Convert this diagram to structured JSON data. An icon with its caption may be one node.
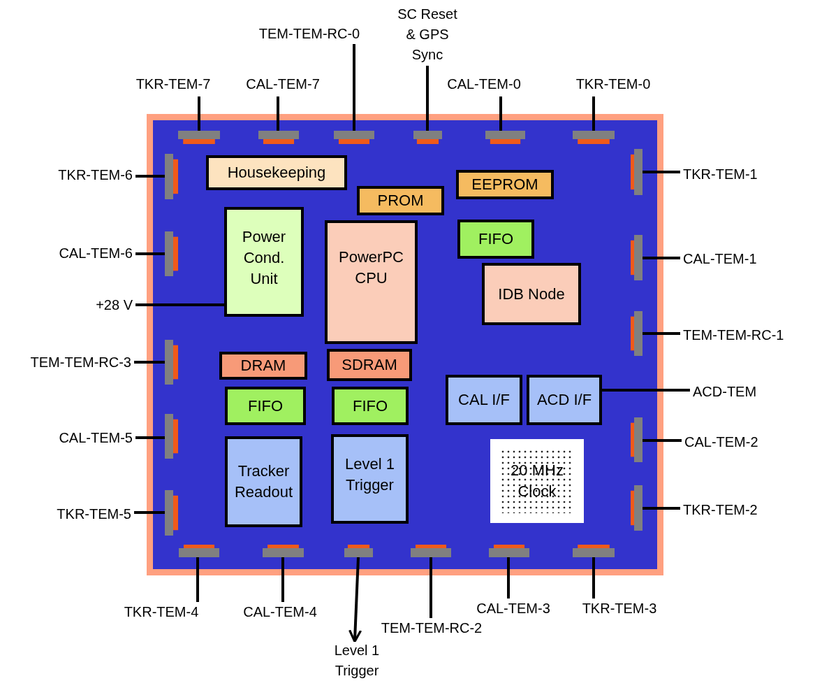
{
  "diagram": {
    "nodes": [
      {
        "text": [],
        "shape": "box"
      },
      {
        "text": [
          "Housekeeping"
        ],
        "in": 0
      },
      {
        "text": [
          "PROM"
        ],
        "in": 0
      },
      {
        "text": [
          "EEPROM"
        ],
        "in": 0
      },
      {
        "text": [
          "Power Cond. Unit"
        ],
        "in": 0
      },
      {
        "text": [
          "PowerPC CPU"
        ],
        "in": 0
      },
      {
        "text": [
          "FIFO"
        ],
        "in": 0
      },
      {
        "text": [
          "IDB Node"
        ],
        "in": 0
      },
      {
        "text": [
          "DRAM"
        ],
        "in": 0
      },
      {
        "text": [
          "SDRAM"
        ],
        "in": 0
      },
      {
        "text": [
          "CAL I/F"
        ],
        "in": 0
      },
      {
        "text": [
          "ACD I/F"
        ],
        "in": 0
      },
      {
        "text": [
          "FIFO"
        ],
        "in": 0
      },
      {
        "text": [
          "FIFO"
        ],
        "in": 0
      },
      {
        "text": [
          "Tracker Readout"
        ],
        "in": 0
      },
      {
        "text": [
          "Level 1 Trigger"
        ],
        "in": 0
      },
      {
        "text": [
          "20 MHz Clock"
        ],
        "in": 0
      },
      {
        "text": [],
        "shape": "bar",
        "in": 0
      },
      {
        "text": [],
        "shape": "bar",
        "in": 0
      },
      {
        "text": [],
        "shape": "bar",
        "in": 0
      },
      {
        "text": [],
        "shape": "bar",
        "in": 0
      },
      {
        "text": [],
        "shape": "bar",
        "in": 0
      },
      {
        "text": [],
        "shape": "bar",
        "in": 0
      },
      {
        "text": [],
        "shape": "bar",
        "in": 0
      },
      {
        "text": [],
        "shape": "bar",
        "in": 0
      },
      {
        "text": [],
        "shape": "bar",
        "in": 0
      },
      {
        "text": [],
        "shape": "bar",
        "in": 0
      },
      {
        "text": [],
        "shape": "bar",
        "in": 0
      },
      {
        "text": [],
        "shape": "bar",
        "in": 0
      },
      {
        "text": [],
        "shape": "bar",
        "in": 0
      },
      {
        "text": [],
        "shape": "bar",
        "in": 0
      },
      {
        "text": [],
        "shape": "bar",
        "in": 0
      },
      {
        "text": [],
        "shape": "bar",
        "in": 0
      },
      {
        "text": [],
        "shape": "bar",
        "in": 0
      },
      {
        "text": [],
        "shape": "bar",
        "in": 0
      },
      {
        "text": [],
        "shape": "bar",
        "in": 0
      },
      {
        "text": [],
        "shape": "bar",
        "in": 0
      },
      {
        "text": [],
        "shape": "bar",
        "in": 0
      },
      {
        "text": [],
        "shape": "bar",
        "in": 0
      },
      {
        "text": [
          "TKR-TEM-7"
        ]
      },
      {
        "text": [
          "CAL-TEM-7"
        ]
      },
      {
        "text": [
          "TEM-TEM-RC-0"
        ]
      },
      {
        "text": [
          "SC Reset & GPS Sync"
        ]
      },
      {
        "text": [
          "CAL-TEM-0"
        ]
      },
      {
        "text": [
          "TKR-TEM-0"
        ]
      },
      {
        "text": [
          "TKR-TEM-6"
        ]
      },
      {
        "text": [
          "CAL-TEM-6"
        ]
      },
      {
        "text": [
          "+28 V"
        ]
      },
      {
        "text": [
          "TEM-TEM-RC-3"
        ]
      },
      {
        "text": [
          "CAL-TEM-5"
        ]
      },
      {
        "text": [
          "TKR-TEM-5"
        ]
      },
      {
        "text": [
          "TKR-TEM-1"
        ]
      },
      {
        "text": [
          "CAL-TEM-1"
        ]
      },
      {
        "text": [
          "TEM-TEM-RC-1"
        ]
      },
      {
        "text": [
          "ACD-TEM"
        ]
      },
      {
        "text": [
          "CAL-TEM-2"
        ]
      },
      {
        "text": [
          "TKR-TEM-2"
        ]
      },
      {
        "text": [
          "TKR-TEM-4"
        ]
      },
      {
        "text": [
          "CAL-TEM-4"
        ]
      },
      {
        "text": [
          "Level 1 Trigger"
        ]
      },
      {
        "text": [
          "TEM-TEM-RC-2"
        ]
      },
      {
        "text": [
          "CAL-TEM-3"
        ]
      },
      {
        "text": [
          "TKR-TEM-3"
        ]
      }
    ],
    "edges": [
      {
        "from": 39,
        "to": 17,
        "arrow": "none"
      },
      {
        "from": 40,
        "to": 18,
        "arrow": "none"
      },
      {
        "from": 41,
        "to": 19,
        "arrow": "none"
      },
      {
        "from": 42,
        "to": 20,
        "arrow": "none"
      },
      {
        "from": 43,
        "to": 21,
        "arrow": "none"
      },
      {
        "from": 44,
        "to": 22,
        "arrow": "none"
      },
      {
        "from": 45,
        "to": 23,
        "arrow": "none"
      },
      {
        "from": 46,
        "to": 24,
        "arrow": "none"
      },
      {
        "from": 47,
        "to": 4,
        "arrow": "none"
      },
      {
        "from": 48,
        "to": 25,
        "arrow": "none"
      },
      {
        "from": 49,
        "to": 26,
        "arrow": "none"
      },
      {
        "from": 50,
        "to": 27,
        "arrow": "none"
      },
      {
        "from": 51,
        "to": 28,
        "arrow": "none"
      },
      {
        "from": 52,
        "to": 29,
        "arrow": "none"
      },
      {
        "from": 53,
        "to": 30,
        "arrow": "none"
      },
      {
        "from": 54,
        "to": 11,
        "arrow": "none"
      },
      {
        "from": 55,
        "to": 31,
        "arrow": "none"
      },
      {
        "from": 56,
        "to": 32,
        "arrow": "none"
      },
      {
        "from": 57,
        "to": 33,
        "arrow": "none"
      },
      {
        "from": 58,
        "to": 34,
        "arrow": "none"
      },
      {
        "from": 35,
        "to": 59,
        "arrow": "to"
      },
      {
        "from": 60,
        "to": 36,
        "arrow": "none"
      },
      {
        "from": 61,
        "to": 37,
        "arrow": "none"
      },
      {
        "from": 62,
        "to": 38,
        "arrow": "none"
      }
    ]
  }
}
